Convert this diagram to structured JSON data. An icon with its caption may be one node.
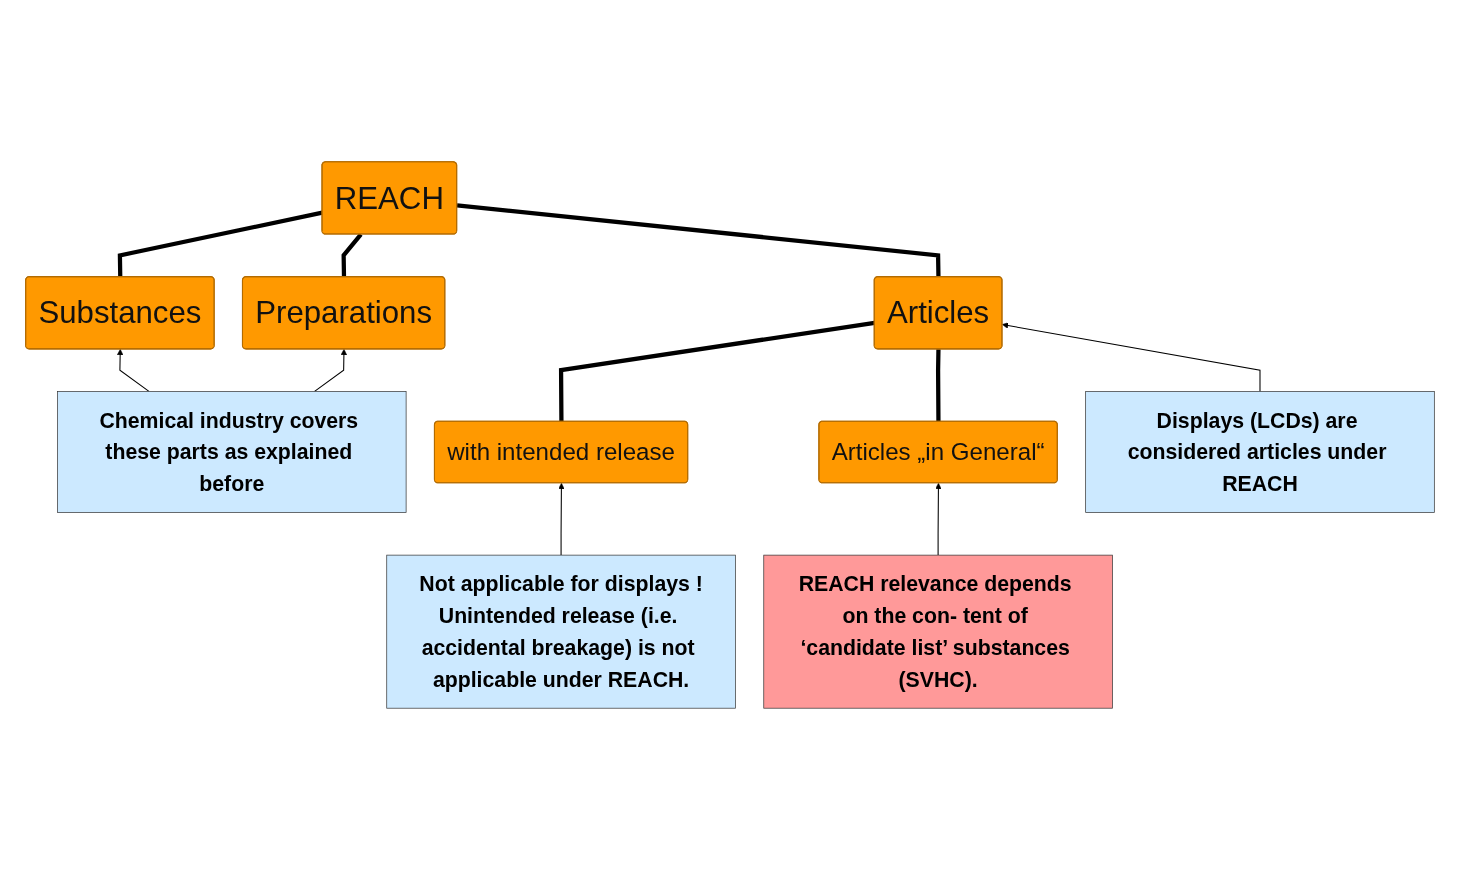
{
  "diagram": {
    "nodes": [
      {
        "text": [
          "REACH"
        ]
      },
      {
        "text": [
          "Substances"
        ]
      },
      {
        "text": [
          "Preparations"
        ]
      },
      {
        "text": [
          "Articles"
        ]
      },
      {
        "text": [
          "with intended release"
        ]
      },
      {
        "text": [
          "Articles „in General“"
        ]
      },
      {
        "text": [
          "Displays (LCDs) are considered articles under REACH"
        ]
      },
      {
        "text": [
          "Chemical industry covers these parts as explained before"
        ]
      },
      {
        "text": [
          "Not applicable for displays !",
          "Unintended release (i.e. accidental breakage) is not applicable under REACH."
        ]
      },
      {
        "text": [
          "REACH relevance depends on the con- tent of ‘candidate list’ substances (SVHC)."
        ]
      }
    ],
    "edges": [
      {
        "from": 1,
        "to": 0,
        "arrow": "none",
        "style": "thick"
      },
      {
        "from": 2,
        "to": 0,
        "arrow": "none",
        "style": "thick"
      },
      {
        "from": 3,
        "to": 0,
        "arrow": "none",
        "style": "thick"
      },
      {
        "from": 4,
        "to": 3,
        "arrow": "none",
        "style": "thick"
      },
      {
        "from": 5,
        "to": 3,
        "arrow": "none",
        "style": "thick"
      },
      {
        "from": 6,
        "to": 3,
        "arrow": "to"
      },
      {
        "from": 7,
        "to": 1,
        "arrow": "to"
      },
      {
        "from": 7,
        "to": 2,
        "arrow": "to"
      },
      {
        "from": 8,
        "to": 4,
        "arrow": "to"
      },
      {
        "from": 9,
        "to": 5,
        "arrow": "to"
      }
    ]
  }
}
